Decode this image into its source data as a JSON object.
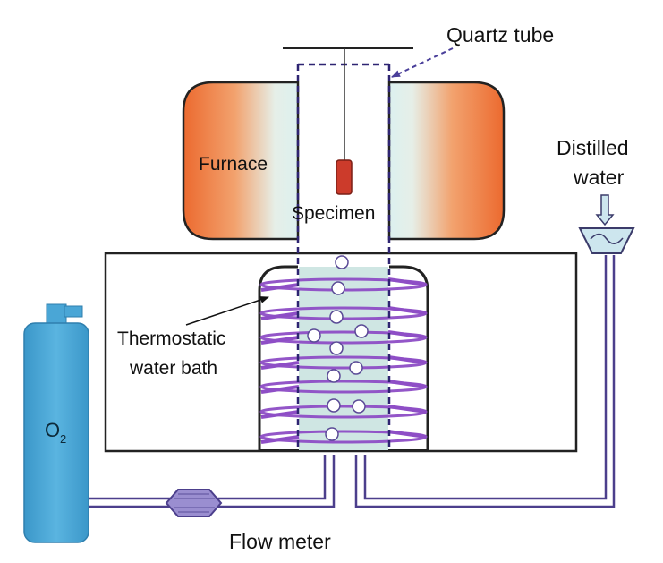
{
  "labels": {
    "quartz_tube": "Quartz tube",
    "furnace": "Furnace",
    "specimen": "Specimen",
    "distilled_water_line1": "Distilled",
    "distilled_water_line2": "water",
    "thermostatic_line1": "Thermostatic",
    "thermostatic_line2": "water bath",
    "o2_main": "O",
    "o2_sub": "2",
    "flow_meter": "Flow meter"
  },
  "colors": {
    "furnace_outer": "#ec6a2f",
    "furnace_inner": "#e3f2f0",
    "tube_dash": "#2e2472",
    "water": "#cfe6e3",
    "coil": "#8e4ec6",
    "pipe": "#4c3f8c",
    "cylinder": "#4aa6d6",
    "flow_meter": "#9a8ed0",
    "bubble_stroke": "#5a4a96"
  }
}
